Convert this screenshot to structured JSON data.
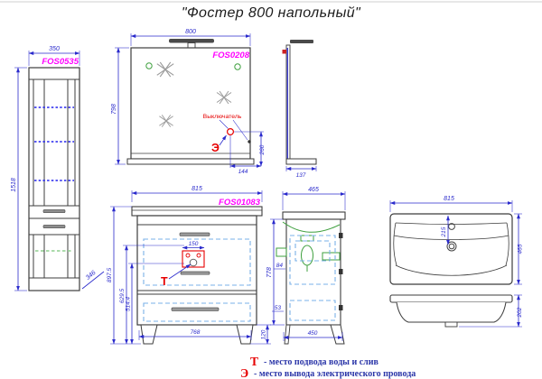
{
  "title": "\"Фостер 800 напольный\"",
  "colors": {
    "dimension_blue": "#2a2acc",
    "part_label_magenta": "#ff00ff",
    "marker_red": "#e60000",
    "fitting_green": "#3fa03f",
    "shelf_dash_blue": "#2222ee",
    "shelf_dash_green": "#8fcf8f",
    "hidden_drawer_dash": "#7ab0e8",
    "legend_navy": "#2a35a8"
  },
  "views": {
    "cabinet_front": {
      "part_no": "FOS0535",
      "width_mm": "350",
      "height_mm": "1518",
      "depth_mm": "346"
    },
    "mirror_front": {
      "part_no": "FOS0208",
      "width_mm": "800",
      "height_mm": "798",
      "switch_label": "Выключатель",
      "electric_mark": "Э",
      "switch_down_mm": "260",
      "switch_right_mm": "144"
    },
    "mirror_side": {
      "depth_mm": "137"
    },
    "vanity_front": {
      "part_no": "FOS01083",
      "width_mm": "815",
      "cutout_width_mm": "150",
      "height_to_top_mm": "897.5",
      "inlet_height_mm": "629.5",
      "drain_height_mm": "514.4",
      "base_width_mm": "768",
      "leg_height_mm": "120",
      "water_mark": "Т"
    },
    "vanity_side": {
      "depth_top_mm": "465",
      "height_mm": "778",
      "dim_a_mm": "84",
      "dim_b_mm": "53",
      "depth_bottom_mm": "450"
    },
    "sink_top": {
      "width_mm": "815",
      "depth_mm": "465",
      "drain_offset_mm": "215"
    },
    "sink_front": {
      "height_mm": "202"
    }
  },
  "legend": {
    "water": {
      "mark": "Т",
      "text": "- место подвода воды и слив"
    },
    "electric": {
      "mark": "Э",
      "text": "- место вывода электрического провода"
    }
  }
}
